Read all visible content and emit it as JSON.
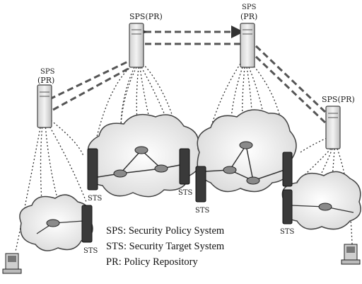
{
  "nodes": {
    "sps_a": "SPS(PR)",
    "sps_b_top": "SPS",
    "sps_b_bottom": "(PR)",
    "sps_c_top": "SPS",
    "sps_c_bottom": "(PR)",
    "sps_d": "SPS(PR)",
    "sts_1": "STS",
    "sts_2": "STS",
    "sts_3": "STS",
    "sts_4": "STS",
    "sts_5": "STS"
  },
  "legend": {
    "line1": "SPS: Security Policy System",
    "line2": "STS: Security Target System",
    "line3": "PR: Policy Repository"
  }
}
